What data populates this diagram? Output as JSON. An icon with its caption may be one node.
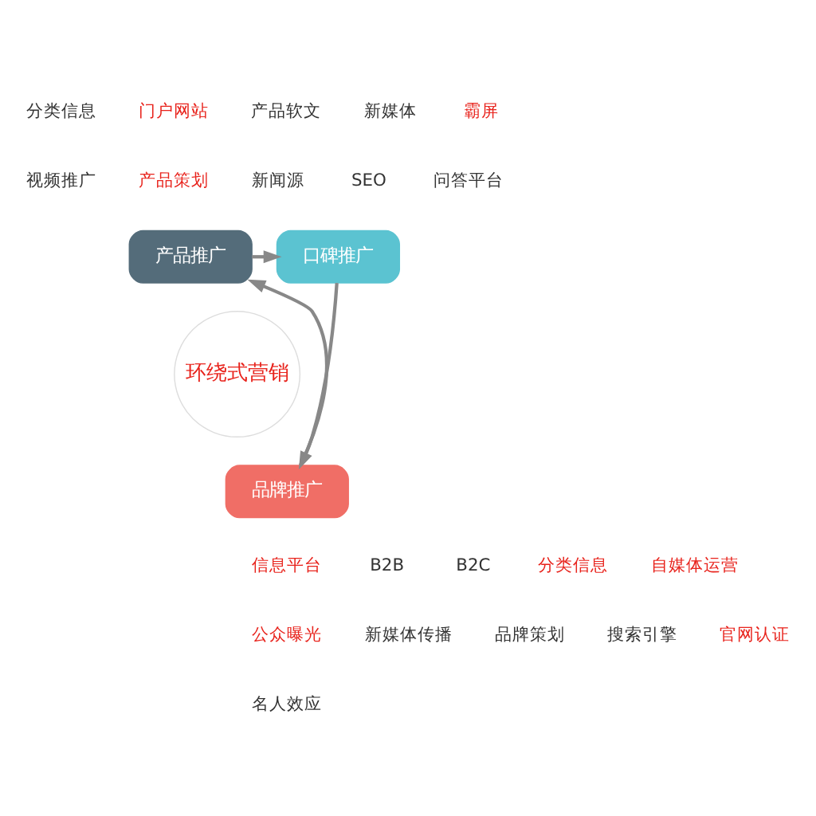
{
  "diagram": {
    "nodes": [
      {
        "text": [
          "产品推广"
        ]
      },
      {
        "text": [
          "口碑推广"
        ]
      },
      {
        "text": [
          "环绕式营销"
        ]
      },
      {
        "text": [
          "品牌推广"
        ]
      }
    ],
    "edges": [
      {
        "from": 0,
        "to": 1,
        "arrow": "to"
      },
      {
        "from": 1,
        "to": 3,
        "arrow": "to"
      },
      {
        "from": 3,
        "to": 0,
        "arrow": "to"
      }
    ],
    "labels": [
      "分类信息",
      "门户网站",
      "产品软文",
      "新媒体",
      "霸屏",
      "视频推广",
      "产品策划",
      "新闻源",
      "SEO",
      "问答平台",
      "信息平台",
      "B2B",
      "B2C",
      "分类信息",
      "自媒体运营",
      "公众曝光",
      "新媒体传播",
      "品牌策划",
      "搜索引擎",
      "官网认证",
      "名人效应"
    ]
  }
}
